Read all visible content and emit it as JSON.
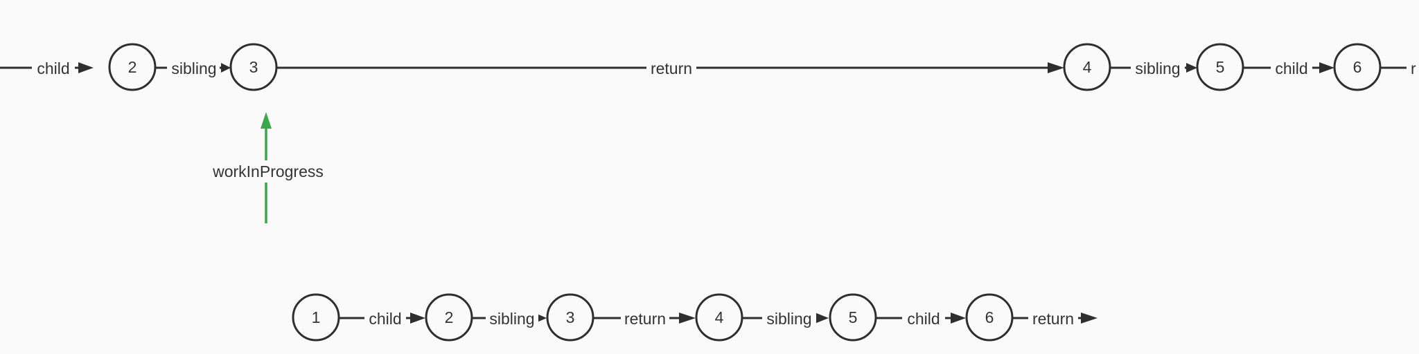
{
  "colors": {
    "background": "#fafafa",
    "stroke": "#2e2e2e",
    "text": "#333333",
    "pointer": "#3aa84a"
  },
  "top_row": {
    "nodes": [
      "2",
      "3",
      "4",
      "5",
      "6"
    ],
    "edges": [
      "child",
      "sibling",
      "return",
      "sibling",
      "child"
    ],
    "trailing_label_fragment": "r"
  },
  "pointer": {
    "label": "workInProgress",
    "target_node": "3"
  },
  "bottom_row": {
    "nodes": [
      "1",
      "2",
      "3",
      "4",
      "5",
      "6"
    ],
    "edges": [
      "child",
      "sibling",
      "return",
      "sibling",
      "child",
      "return"
    ]
  }
}
